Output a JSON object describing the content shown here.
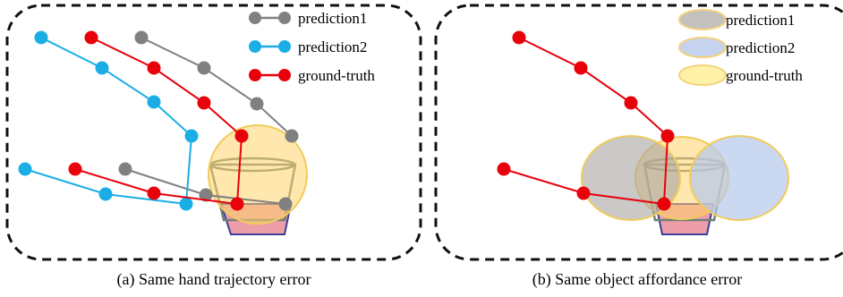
{
  "panel_a": {
    "caption": "(a) Same hand trajectory error",
    "legend": [
      {
        "label": "prediction1",
        "color": "#808080"
      },
      {
        "label": "prediction2",
        "color": "#1aaee5"
      },
      {
        "label": "ground-truth",
        "color": "#e8000b"
      }
    ]
  },
  "panel_b": {
    "caption": "(b) Same object affordance error",
    "legend": [
      {
        "label": "prediction1",
        "fill": "#c3c0c0",
        "stroke": "#f3d27e"
      },
      {
        "label": "prediction2",
        "fill": "#c6d3ee",
        "stroke": "#f3d27e"
      },
      {
        "label": "ground-truth",
        "fill": "#fff2a8",
        "stroke": "#f3d27e"
      }
    ]
  },
  "colors": {
    "gray": "#808080",
    "blue": "#1aaee5",
    "red": "#e8000b",
    "cup_fill": "#ee9ea8",
    "cup_stroke": "#3a3f99",
    "cup_outline": "#6f7f75",
    "dash_border": "#111111"
  }
}
